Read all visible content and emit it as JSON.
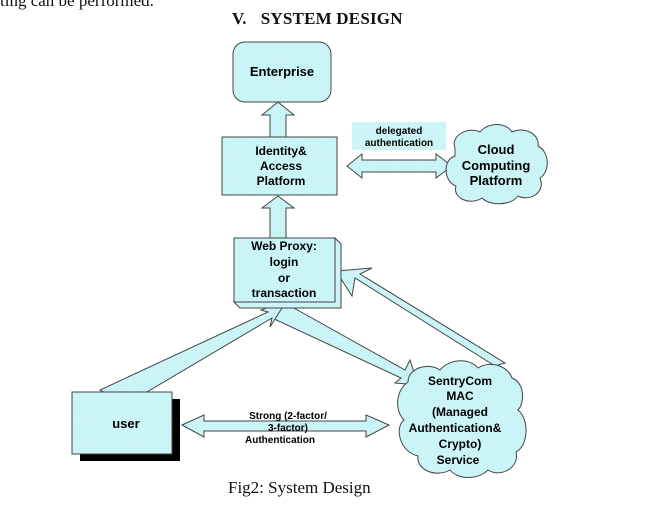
{
  "document": {
    "preceding_text": "ting can be performed.",
    "section_number": "V.",
    "section_title": "SYSTEM DESIGN",
    "caption": "Fig2: System Design"
  },
  "diagram": {
    "fill_color": "#ccf5f7",
    "stroke_color": "#333333",
    "nodes": {
      "enterprise": {
        "lines": [
          "Enterprise"
        ]
      },
      "identity": {
        "lines": [
          "Identity&",
          "Access",
          "Platform"
        ]
      },
      "cloud_platform": {
        "lines": [
          "Cloud",
          "Computing",
          "Platform"
        ]
      },
      "web_proxy": {
        "lines": [
          "Web Proxy:",
          "login",
          "or",
          "transaction"
        ]
      },
      "user": {
        "lines": [
          "user"
        ]
      },
      "sentrycom": {
        "lines": [
          "SentryCom",
          "MAC",
          "(Managed",
          "Authentication&",
          "Crypto)",
          "Service"
        ]
      }
    },
    "edges": {
      "delegated": {
        "lines": [
          "delegated",
          "authentication"
        ]
      },
      "strong_auth": {
        "lines": [
          "Strong (2-factor/",
          "3-factor)",
          "Authentication"
        ]
      }
    }
  }
}
